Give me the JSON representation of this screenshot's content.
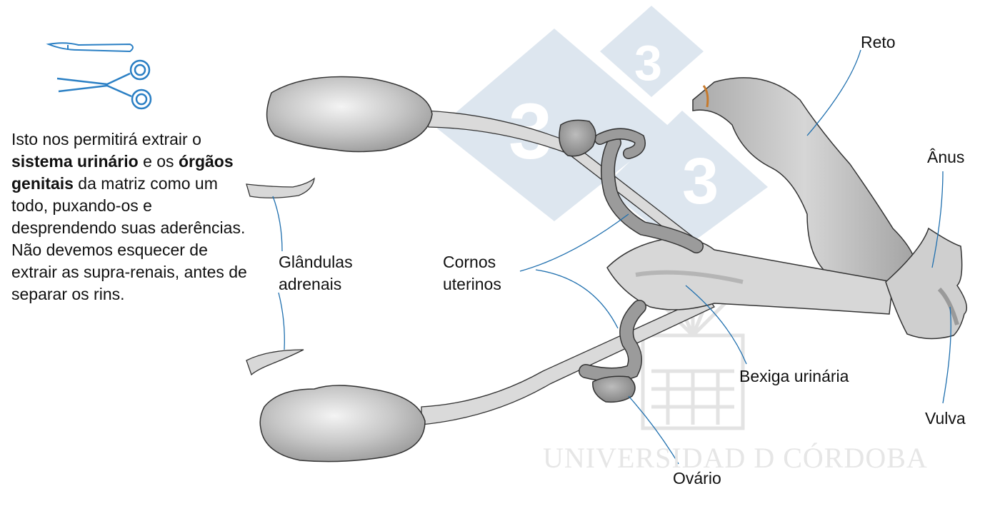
{
  "description": {
    "part1": "Isto nos permitirá extrair o ",
    "bold1": "sistema urinário",
    "part2": " e os ",
    "bold2": "órgãos genitais",
    "part3": " da matriz como um todo, puxando-os e desprendendo suas aderências. Não devemos esquecer de extrair as supra-renais, antes de separar os rins."
  },
  "labels": {
    "reto": "Reto",
    "anus": "Ânus",
    "vulva": "Vulva",
    "bexiga": "Bexiga urinária",
    "ovario": "Ovário",
    "cornos_line1": "Cornos",
    "cornos_line2": "uterinos",
    "glandulas_line1": "Glândulas",
    "glandulas_line2": "adrenais"
  },
  "watermark": {
    "logo_number": "3",
    "institution": "UNIVERSIDAD D CÓRDOBA"
  },
  "colors": {
    "leader_line": "#1f6fae",
    "instrument_blue": "#2a7fc4",
    "organ_gray": "#bdbdbd",
    "organ_dark": "#8f8f8f",
    "watermark_blue": "#dde6ef"
  }
}
